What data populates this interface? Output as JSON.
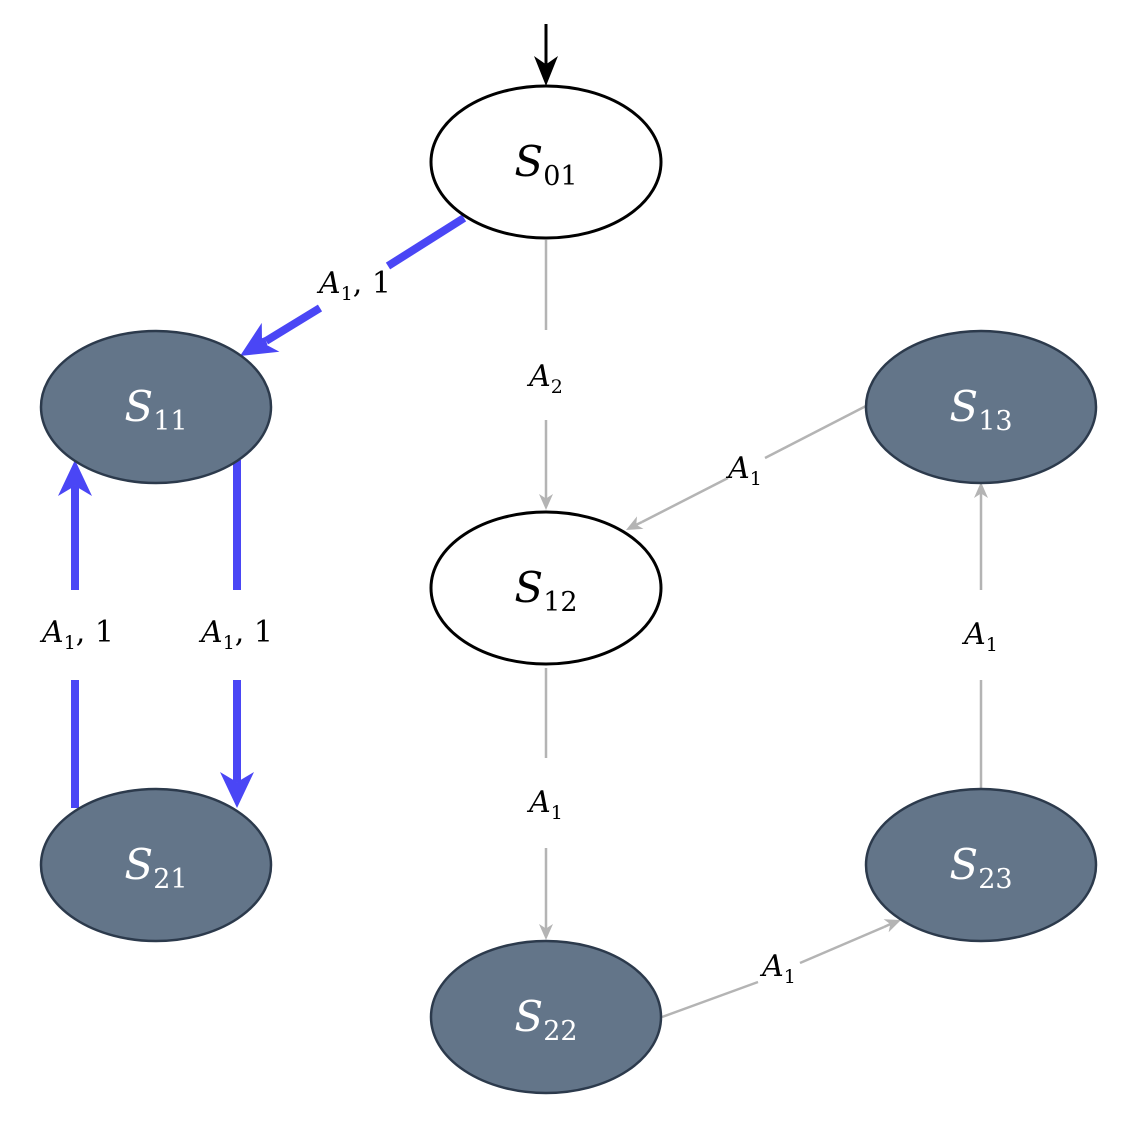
{
  "colors": {
    "background": "#ffffff",
    "node_white_fill": "#ffffff",
    "node_white_stroke": "#000000",
    "node_dark_fill": "#637589",
    "node_dark_stroke": "#2c3a4c",
    "node_white_text": "#000000",
    "node_dark_text": "#ffffff",
    "edge_highlight": "#4a46f5",
    "edge_gray": "#b4b4b4",
    "edge_start": "#000000",
    "edge_label_text": "#000000"
  },
  "nodes": [
    {
      "id": "S01",
      "base": "S",
      "sub": "01",
      "style": "white"
    },
    {
      "id": "S11",
      "base": "S",
      "sub": "11",
      "style": "dark"
    },
    {
      "id": "S12",
      "base": "S",
      "sub": "12",
      "style": "white"
    },
    {
      "id": "S13",
      "base": "S",
      "sub": "13",
      "style": "dark"
    },
    {
      "id": "S21",
      "base": "S",
      "sub": "21",
      "style": "dark"
    },
    {
      "id": "S22",
      "base": "S",
      "sub": "22",
      "style": "dark"
    },
    {
      "id": "S23",
      "base": "S",
      "sub": "23",
      "style": "dark"
    }
  ],
  "edges": [
    {
      "id": "start-S01",
      "from": "start",
      "to": "S01",
      "style": "start",
      "label": null
    },
    {
      "id": "S01-S11",
      "from": "S01",
      "to": "S11",
      "style": "highlight",
      "label": {
        "base": "A",
        "sub": "1",
        "suffix": ", 1"
      }
    },
    {
      "id": "S01-S12",
      "from": "S01",
      "to": "S12",
      "style": "gray",
      "label": {
        "base": "A",
        "sub": "2",
        "suffix": ""
      }
    },
    {
      "id": "S21-S11",
      "from": "S21",
      "to": "S11",
      "style": "highlight",
      "label": {
        "base": "A",
        "sub": "1",
        "suffix": ", 1"
      }
    },
    {
      "id": "S11-S21",
      "from": "S11",
      "to": "S21",
      "style": "highlight",
      "label": {
        "base": "A",
        "sub": "1",
        "suffix": ", 1"
      }
    },
    {
      "id": "S13-S12",
      "from": "S13",
      "to": "S12",
      "style": "gray",
      "label": {
        "base": "A",
        "sub": "1",
        "suffix": ""
      }
    },
    {
      "id": "S12-S22",
      "from": "S12",
      "to": "S22",
      "style": "gray",
      "label": {
        "base": "A",
        "sub": "1",
        "suffix": ""
      }
    },
    {
      "id": "S22-S23",
      "from": "S22",
      "to": "S23",
      "style": "gray",
      "label": {
        "base": "A",
        "sub": "1",
        "suffix": ""
      }
    },
    {
      "id": "S23-S13",
      "from": "S23",
      "to": "S13",
      "style": "gray",
      "label": {
        "base": "A",
        "sub": "1",
        "suffix": ""
      }
    }
  ]
}
